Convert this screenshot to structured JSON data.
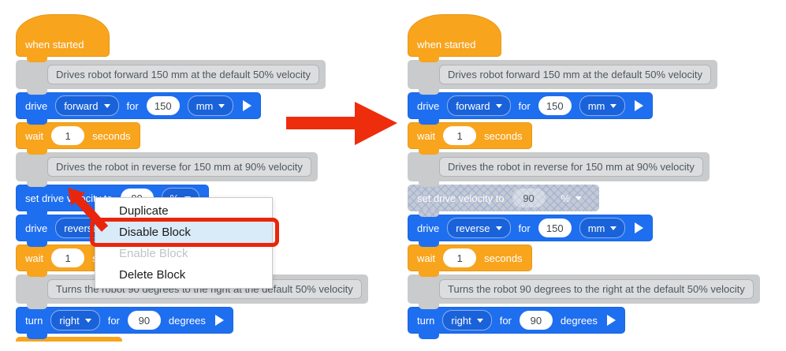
{
  "blocks": {
    "when_started": "when started",
    "comment_forward": "Drives robot forward 150 mm at the default 50% velocity",
    "drive_forward": {
      "verb": "drive",
      "direction": "forward",
      "for_label": "for",
      "distance": "150",
      "unit": "mm"
    },
    "wait": {
      "verb": "wait",
      "value": "1",
      "unit": "seconds"
    },
    "comment_reverse": "Drives the robot in reverse for 150 mm at 90% velocity",
    "set_velocity": {
      "verb": "set drive velocity to",
      "value": "90",
      "unit": "%"
    },
    "drive_reverse": {
      "verb": "drive",
      "direction": "reverse",
      "for_label": "for",
      "distance": "150",
      "unit": "mm"
    },
    "comment_turn": "Turns the robot 90 degrees to the right at the default 50% velocity",
    "turn": {
      "verb": "turn",
      "direction": "right",
      "for_label": "for",
      "value": "90",
      "unit": "degrees"
    }
  },
  "context_menu": {
    "items": [
      {
        "label": "Duplicate",
        "state": "normal"
      },
      {
        "label": "Disable Block",
        "state": "highlighted"
      },
      {
        "label": "Enable Block",
        "state": "disabled"
      },
      {
        "label": "Delete Block",
        "state": "normal"
      }
    ]
  },
  "colors": {
    "block_blue": "#1E6EF0",
    "block_orange": "#F8A41D",
    "disabled_gray": "#C5C9D1",
    "comment_gray": "#C9CBCD",
    "menu_highlight": "#D9EAF8",
    "annotation_red": "#E9250C"
  }
}
